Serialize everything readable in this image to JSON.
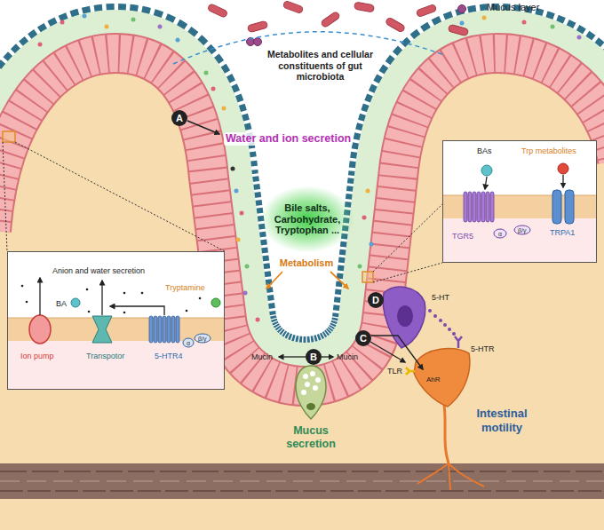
{
  "diagram": {
    "nodes": [
      {
        "text": [
          "Anion and water secretion",
          "BA",
          "Tryptamine",
          "Ion pump",
          "Transpotor",
          "5-HTR4",
          "α",
          "β/γ"
        ]
      },
      {
        "text": [
          "BAs",
          "Trp metabolites",
          "TGR5",
          "TRPA1",
          "α",
          "β/γ"
        ]
      },
      {
        "text": [
          "A"
        ]
      },
      {
        "text": [
          "B"
        ]
      },
      {
        "text": [
          "C"
        ]
      },
      {
        "text": [
          "D"
        ]
      },
      {
        "text": [
          "Bile salts, Carbohydrate, Tryptophan ..."
        ]
      }
    ],
    "labels": [
      "Mucus layer",
      "Metabolites and cellular constituents of gut microbiota",
      "Water and ion secretion",
      "Metabolism",
      "5-HT",
      "5-HTR",
      "TLR",
      "AhR",
      "Intestinal motility",
      "Mucin",
      "Mucin",
      "Mucus secretion"
    ]
  }
}
